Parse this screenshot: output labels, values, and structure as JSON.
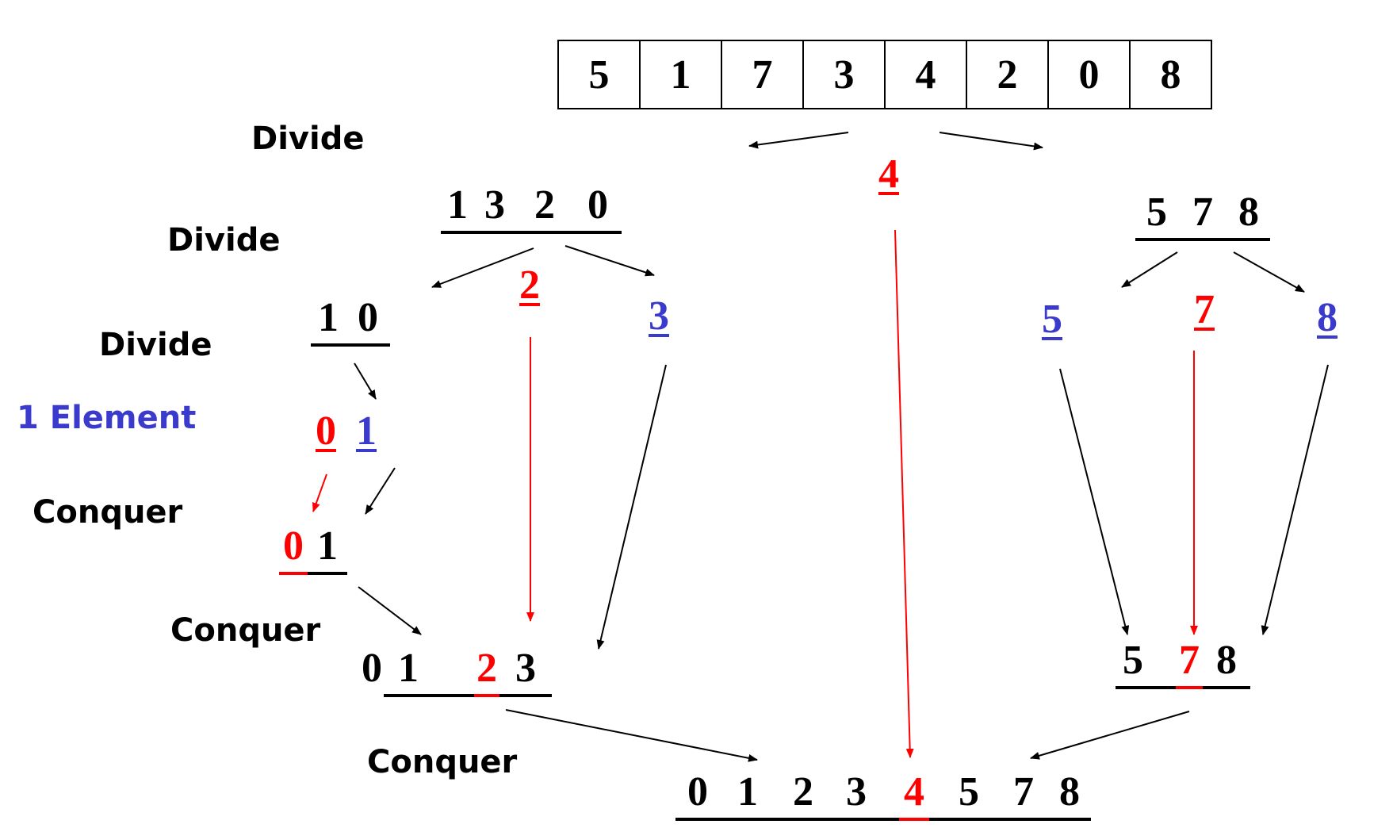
{
  "colors": {
    "text": "#000000",
    "highlight": "#ff0000",
    "single": "#3a3acc"
  },
  "labels": {
    "divide_1": "Divide",
    "divide_2": "Divide",
    "divide_3": "Divide",
    "one_element": "1 Element",
    "conquer_1": "Conquer",
    "conquer_2": "Conquer",
    "conquer_3": "Conquer"
  },
  "input_array": [
    "5",
    "1",
    "7",
    "3",
    "4",
    "2",
    "0",
    "8"
  ],
  "pivots": {
    "top": "4",
    "left": "2",
    "right": "7"
  },
  "partitions": {
    "left": [
      "1",
      "3",
      "2",
      "0"
    ],
    "right": [
      "5",
      "7",
      "8"
    ],
    "left_left": [
      "1",
      "0"
    ],
    "left_right": "3",
    "right_left": "5",
    "right_right": "8"
  },
  "base_case": {
    "pivot": "0",
    "single": "1"
  },
  "merged": {
    "level3": [
      "0",
      "1"
    ],
    "left": [
      "0",
      "1",
      "2",
      "3"
    ],
    "right": [
      "5",
      "7",
      "8"
    ],
    "final": [
      "0",
      "1",
      "2",
      "3",
      "4",
      "5",
      "7",
      "8"
    ]
  }
}
